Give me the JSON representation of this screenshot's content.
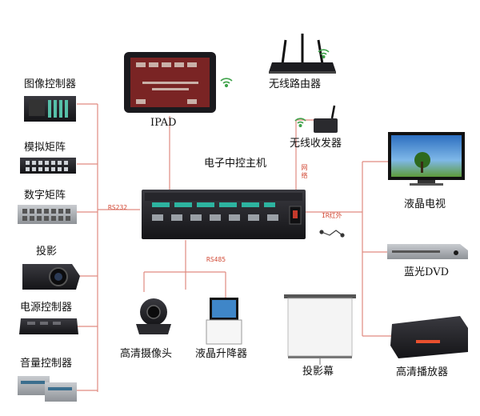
{
  "diagram": {
    "host": {
      "label": "电子中控主机"
    },
    "left_devices": [
      {
        "id": "image-controller",
        "label": "图像控制器"
      },
      {
        "id": "analog-matrix",
        "label": "模拟矩阵"
      },
      {
        "id": "digital-matrix",
        "label": "数字矩阵"
      },
      {
        "id": "projector",
        "label": "投影"
      },
      {
        "id": "power-controller",
        "label": "电源控制器"
      },
      {
        "id": "volume-controller",
        "label": "音量控制器"
      }
    ],
    "top_devices": [
      {
        "id": "ipad",
        "label": "IPAD"
      },
      {
        "id": "wireless-router",
        "label": "无线路由器"
      },
      {
        "id": "wireless-transceiver",
        "label": "无线收发器"
      }
    ],
    "right_devices": [
      {
        "id": "lcd-tv",
        "label": "液晶电视"
      },
      {
        "id": "bluray-dvd",
        "label": "蓝光DVD"
      },
      {
        "id": "hd-player",
        "label": "高清播放器"
      }
    ],
    "bottom_devices": [
      {
        "id": "hd-camera",
        "label": "高清摄像头"
      },
      {
        "id": "lcd-lift",
        "label": "液晶升降器"
      },
      {
        "id": "projection-screen",
        "label": "投影幕"
      }
    ],
    "connections": {
      "rs232": "RS232",
      "rs485": "RS485",
      "ir": "IR红外",
      "wireless": "网络"
    },
    "colors": {
      "line": "#e08a80",
      "label_red": "#d24a36",
      "device_dark": "#1e1e22",
      "screen_blue": "#2f6fb6",
      "wifi_green": "#3fa24a"
    }
  }
}
